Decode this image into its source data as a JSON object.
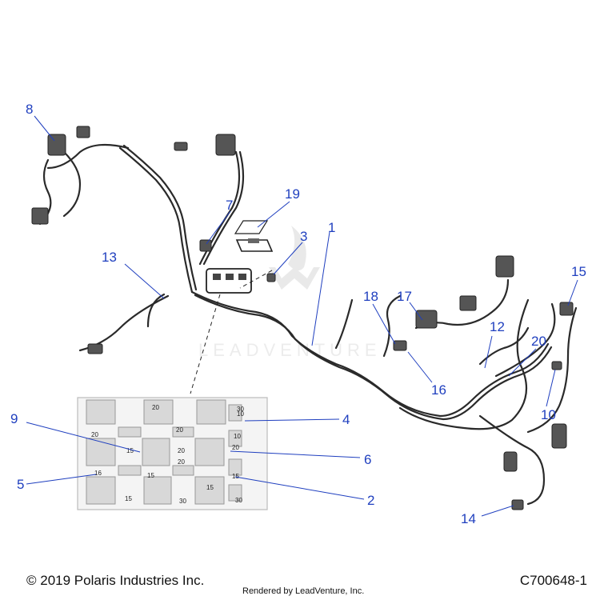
{
  "callouts": [
    "1",
    "2",
    "3",
    "4",
    "5",
    "6",
    "7",
    "8",
    "9",
    "10",
    "12",
    "13",
    "14",
    "15",
    "16",
    "17",
    "18",
    "19",
    "20"
  ],
  "fuse_labels": [
    "20",
    "10",
    "20",
    "30",
    "20",
    "10",
    "15",
    "20",
    "20",
    "16",
    "15",
    "15",
    "15",
    "20",
    "15",
    "30",
    "30"
  ],
  "watermark": "LEADVENTURE",
  "footer": {
    "copyright": "© 2019 Polaris Industries Inc.",
    "rendered_by": "Rendered by LeadVenture, Inc.",
    "part_number": "C700648-1"
  },
  "colors": {
    "callout": "#1f3fbf",
    "line": "#2a2a2a",
    "leader": "#1f3fbf"
  }
}
